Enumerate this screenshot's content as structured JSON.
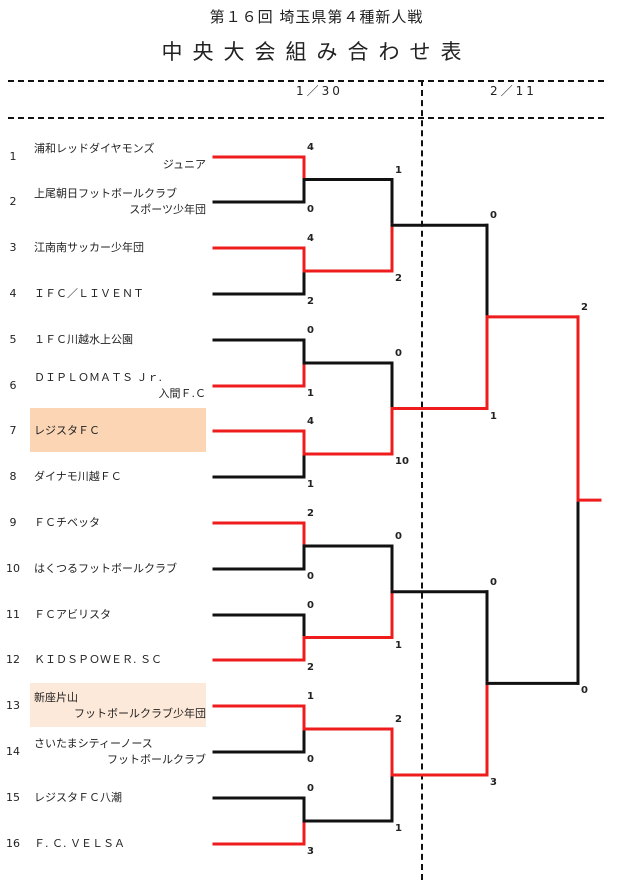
{
  "header": {
    "title": "第１６回 埼玉県第４種新人戦",
    "subtitle": "中央大会組み合わせ表"
  },
  "dates": {
    "round1": "1／30",
    "round2": "2／11"
  },
  "teams": [
    {
      "no": "1",
      "line1": "浦和レッドダイヤモンズ",
      "line2": "ジュニア",
      "highlight": false
    },
    {
      "no": "2",
      "line1": "上尾朝日フットボールクラブ",
      "line2": "スポーツ少年団",
      "highlight": false
    },
    {
      "no": "3",
      "line1": "江南南サッカー少年団",
      "line2": "",
      "highlight": false
    },
    {
      "no": "4",
      "line1": "ＩＦＣ／ＬＩＶＥＮＴ",
      "line2": "",
      "highlight": false
    },
    {
      "no": "5",
      "line1": "１ＦＣ川越水上公園",
      "line2": "",
      "highlight": false
    },
    {
      "no": "6",
      "line1": "ＤＩＰＬＯＭＡＴＳ Ｊｒ.",
      "line2": "入間Ｆ.Ｃ",
      "highlight": false
    },
    {
      "no": "7",
      "line1": "レジスタＦＣ",
      "line2": "",
      "highlight": true
    },
    {
      "no": "8",
      "line1": "ダイナモ川越ＦＣ",
      "line2": "",
      "highlight": false
    },
    {
      "no": "9",
      "line1": "ＦＣチベッタ",
      "line2": "",
      "highlight": false
    },
    {
      "no": "10",
      "line1": "はくつるフットボールクラブ",
      "line2": "",
      "highlight": false
    },
    {
      "no": "11",
      "line1": "ＦＣアビリスタ",
      "line2": "",
      "highlight": false
    },
    {
      "no": "12",
      "line1": "ＫＩＤＳＰＯＷＥＲ. ＳＣ",
      "line2": "",
      "highlight": false
    },
    {
      "no": "13",
      "line1": "新座片山",
      "line2": "フットボールクラブ少年団",
      "highlight": true
    },
    {
      "no": "14",
      "line1": "さいたまシティーノース",
      "line2": "フットボールクラブ",
      "highlight": false
    },
    {
      "no": "15",
      "line1": "レジスタＦＣ八潮",
      "line2": "",
      "highlight": false
    },
    {
      "no": "16",
      "line1": "Ｆ. Ｃ. ＶＥＬＳＡ",
      "line2": "",
      "highlight": false
    }
  ],
  "round1": [
    {
      "top": "4",
      "bottom": "0",
      "winner": "top"
    },
    {
      "top": "4",
      "bottom": "2",
      "winner": "top"
    },
    {
      "top": "0",
      "bottom": "1",
      "winner": "bottom"
    },
    {
      "top": "4",
      "bottom": "1",
      "winner": "top"
    },
    {
      "top": "2",
      "bottom": "0",
      "winner": "top"
    },
    {
      "top": "0",
      "bottom": "2",
      "winner": "bottom"
    },
    {
      "top": "1",
      "bottom": "0",
      "winner": "top"
    },
    {
      "top": "0",
      "bottom": "3",
      "winner": "bottom"
    }
  ],
  "round2": [
    {
      "top": "1",
      "bottom": "2",
      "winner": "bottom"
    },
    {
      "top": "0",
      "bottom": "10",
      "winner": "bottom"
    },
    {
      "top": "0",
      "bottom": "1",
      "winner": "bottom"
    },
    {
      "top": "2",
      "bottom": "1",
      "winner": "top"
    }
  ],
  "round3": [
    {
      "top": "0",
      "bottom": "1",
      "winner": "bottom"
    },
    {
      "top": "0",
      "bottom": "3",
      "winner": "bottom"
    }
  ],
  "round4": [
    {
      "top": "2",
      "bottom": "0",
      "winner": "top"
    }
  ],
  "colors": {
    "win": "#ee1c1c",
    "lose": "#111111",
    "highlight_strong": "#fcd5b5",
    "highlight_light": "#fde9d9"
  }
}
